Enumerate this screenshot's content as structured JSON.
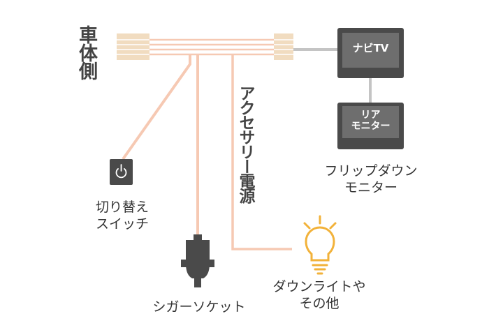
{
  "labels": {
    "vehicle_side": "車体側",
    "accessory_power": "アクセサリー電源",
    "navi_tv": "ナビTV",
    "rear_monitor": "リア\nモニター",
    "flip_down_monitor": "フリップダウン\nモニター",
    "switch": "切り替え\nスイッチ",
    "cigar_socket": "シガーソケット",
    "downlight": "ダウンライトや\nその他"
  },
  "colors": {
    "cable": "#f6c9b3",
    "connector": "#f1dcc0",
    "device": "#4a4a4a",
    "screen": "#6e6e6e",
    "gray_wire": "#c4c4c4",
    "bulb": "#f2b23a"
  },
  "icons": [
    "power-icon",
    "lightbulb-icon",
    "cigar-plug-icon"
  ]
}
